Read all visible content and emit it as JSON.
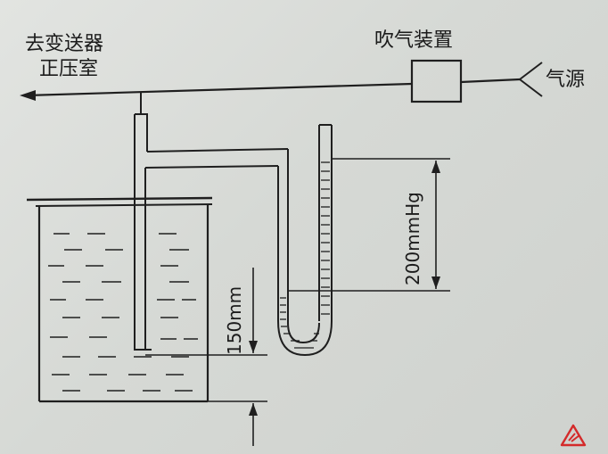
{
  "labels": {
    "to_transmitter_line1": "去变送器",
    "to_transmitter_line2": "正压室",
    "blowing_device": "吹气装置",
    "air_source": "气源",
    "pressure_reading": "200mmHg",
    "depth_reading": "150mm"
  },
  "colors": {
    "ink": "#1f1f1f",
    "paper": "#dcdfdb",
    "logo": "#d42a2a"
  },
  "icons": {
    "watermark": "red-triangle-logo-icon"
  }
}
